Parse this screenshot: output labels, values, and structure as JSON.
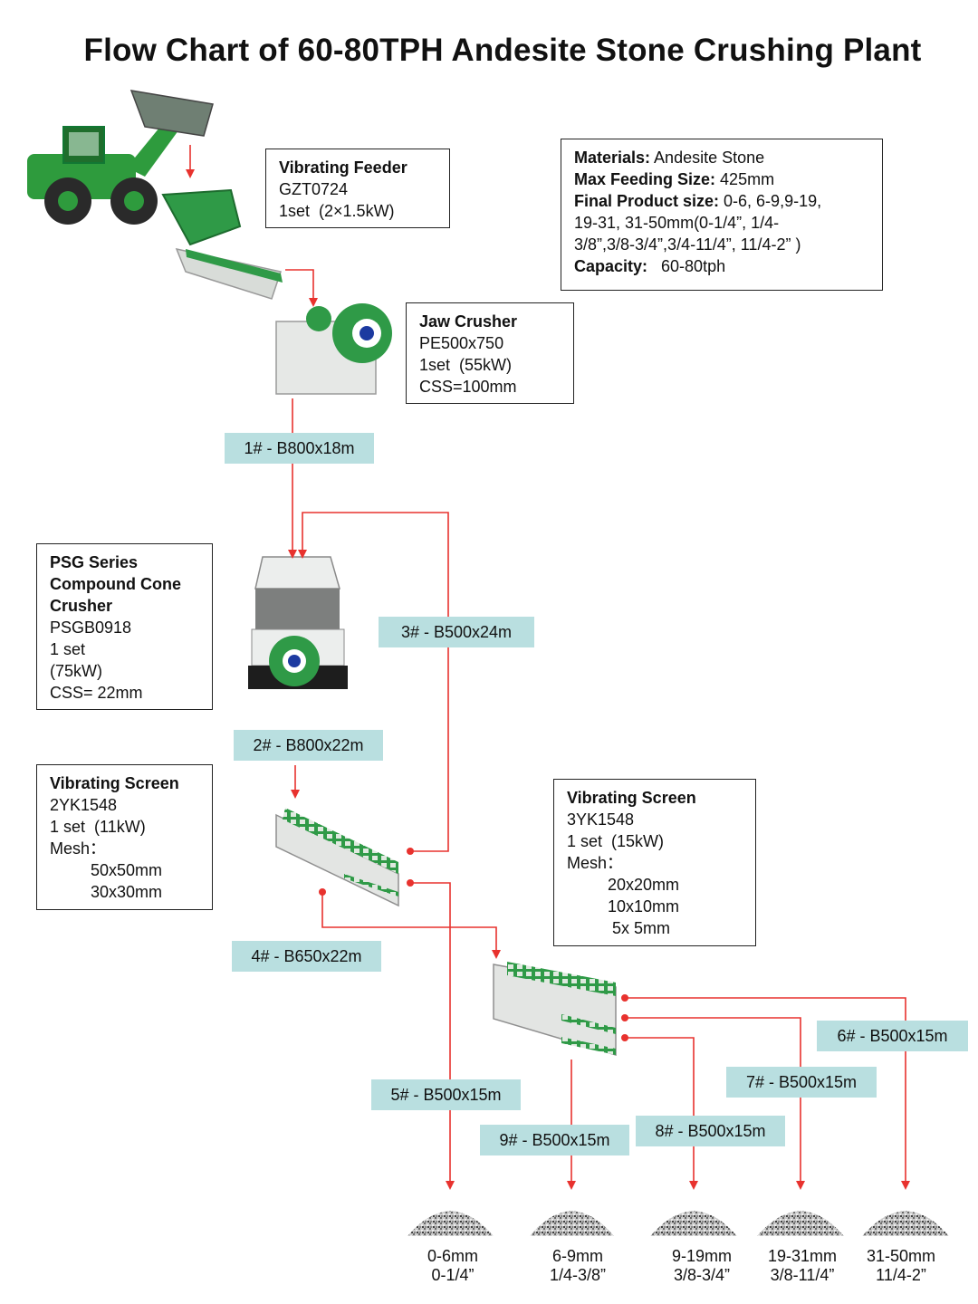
{
  "title": "Flow Chart of 60-80TPH Andesite Stone Crushing Plant",
  "materials": {
    "l1_key": "Materials:",
    "l1_val": " Andesite Stone",
    "l2_key": "Max Feeding Size:",
    "l2_val": " 425mm",
    "l3_key": "Final Product size:",
    "l3_val": " 0-6, 6-9,9-19,",
    "l4": "19-31, 31-50mm(0-1/4”, 1/4-",
    "l5": "3/8”,3/8-3/4”,3/4-11/4”, 11/4-2” )",
    "l6_key": "Capacity:",
    "l6_val": "   60-80tph"
  },
  "feeder": {
    "name": "Vibrating Feeder",
    "model": "GZT0724",
    "spec": "1set  (2×1.5kW)"
  },
  "jaw": {
    "name": "Jaw Crusher",
    "model": "PE500x750",
    "spec": "1set  (55kW)",
    "css": "CSS=100mm"
  },
  "cone": {
    "name1": "PSG Series",
    "name2": "Compound Cone",
    "name3": "Crusher",
    "model": "PSGB0918",
    "spec1": "1 set",
    "spec2": "(75kW)",
    "css": "CSS= 22mm"
  },
  "screen1": {
    "name": "Vibrating Screen",
    "model": "2YK1548",
    "spec": "1 set  (11kW)",
    "mesh": "Mesh：",
    "m1": "         50x50mm",
    "m2": "         30x30mm"
  },
  "screen2": {
    "name": "Vibrating Screen",
    "model": "3YK1548",
    "spec": "1 set  (15kW)",
    "mesh": "Mesh：",
    "m1": "         20x20mm",
    "m2": "         10x10mm",
    "m3": "          5x 5mm"
  },
  "belts": {
    "b1": "1# - B800x18m",
    "b2": "2# - B800x22m",
    "b3": "3# - B500x24m",
    "b4": "4# - B650x22m",
    "b5": "5# - B500x15m",
    "b6": "6# - B500x15m",
    "b7": "7# - B500x15m",
    "b8": "8# - B500x15m",
    "b9": "9# - B500x15m"
  },
  "products": [
    {
      "mm": "0-6mm",
      "inch": "0-1/4”"
    },
    {
      "mm": "6-9mm",
      "inch": "1/4-3/8”"
    },
    {
      "mm": "9-19mm",
      "inch": "3/8-3/4”"
    },
    {
      "mm": "19-31mm",
      "inch": "3/8-11/4”"
    },
    {
      "mm": "31-50mm",
      "inch": "11/4-2”"
    }
  ],
  "colors": {
    "arrow": "#e8322e",
    "label_bg": "#b9dfe0",
    "machine_green": "#2f9a47"
  }
}
